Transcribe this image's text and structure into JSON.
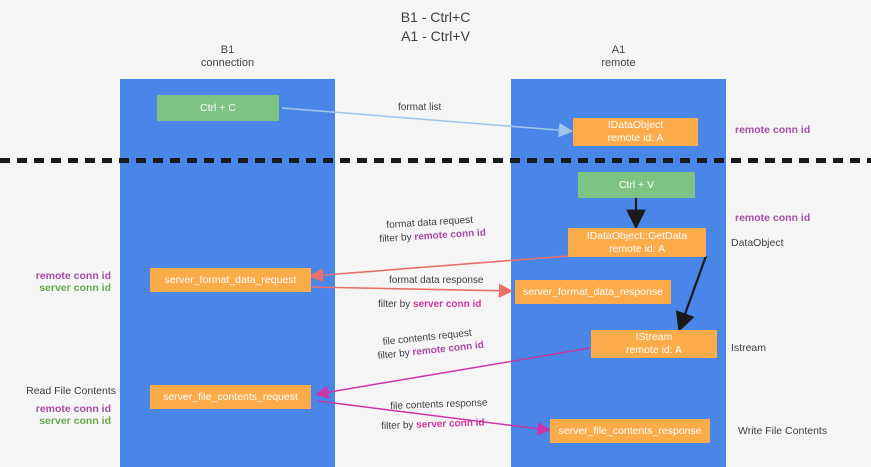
{
  "title": "B1 - Ctrl+C\nA1 - Ctrl+V",
  "colors": {
    "background": "#f5f5f5",
    "column": "#4a86e8",
    "green_box": "#7dc383",
    "orange_box": "#fbab49",
    "arrow_blue": "#9fc5e8",
    "arrow_red": "#e8706a",
    "arrow_pink": "#cc35a8",
    "arrow_black": "#1a1a1a",
    "remote_conn_id": "#a64ca6",
    "server_conn_id_green": "#6aa84f",
    "server_conn_id_pink": "#c9399c",
    "divider": "#1a1a1a"
  },
  "columns": {
    "left": {
      "header": "B1\nconnection"
    },
    "right": {
      "header": "A1\nremote"
    }
  },
  "boxes": {
    "ctrl_c": "Ctrl + C",
    "ctrl_v": "Ctrl + V",
    "idataobject": "IDataObject\nremote id: A",
    "idataobject_getdata": "IDataObject::GetData\nremote id: A",
    "istream": "IStream\nremote id: A",
    "server_format_data_request": "server_format_data_request",
    "server_format_data_response": "server_format_data_response",
    "server_file_contents_request": "server_file_contents_request",
    "server_file_contents_response": "server_file_contents_response"
  },
  "flow_labels": {
    "format_list": "format list",
    "format_data_request": "format data request",
    "format_data_request_filter_prefix": "filter by ",
    "format_data_request_filter_key": "remote conn id",
    "format_data_response": "format data response",
    "format_data_response_filter_prefix": "filter by ",
    "format_data_response_filter_key": "server conn id",
    "file_contents_request": "file contents request",
    "file_contents_request_filter_prefix": "filter by ",
    "file_contents_request_filter_key": "remote conn id",
    "file_contents_response": "file contents response",
    "file_contents_response_filter_prefix": "filter by ",
    "file_contents_response_filter_key": "server conn id"
  },
  "annotations": {
    "right_remote_conn_id_top": "remote conn id",
    "right_remote_conn_id_mid": "remote conn id",
    "right_dataobject": "DataObject",
    "right_istream": "Istream",
    "right_write_file_contents": "Write File Contents",
    "left_remote_conn_id": "remote conn id",
    "left_server_conn_id": "server conn id",
    "left_read_file_contents": "Read File Contents",
    "left_remote_conn_id_2": "remote conn id",
    "left_server_conn_id_2": "server conn id"
  }
}
